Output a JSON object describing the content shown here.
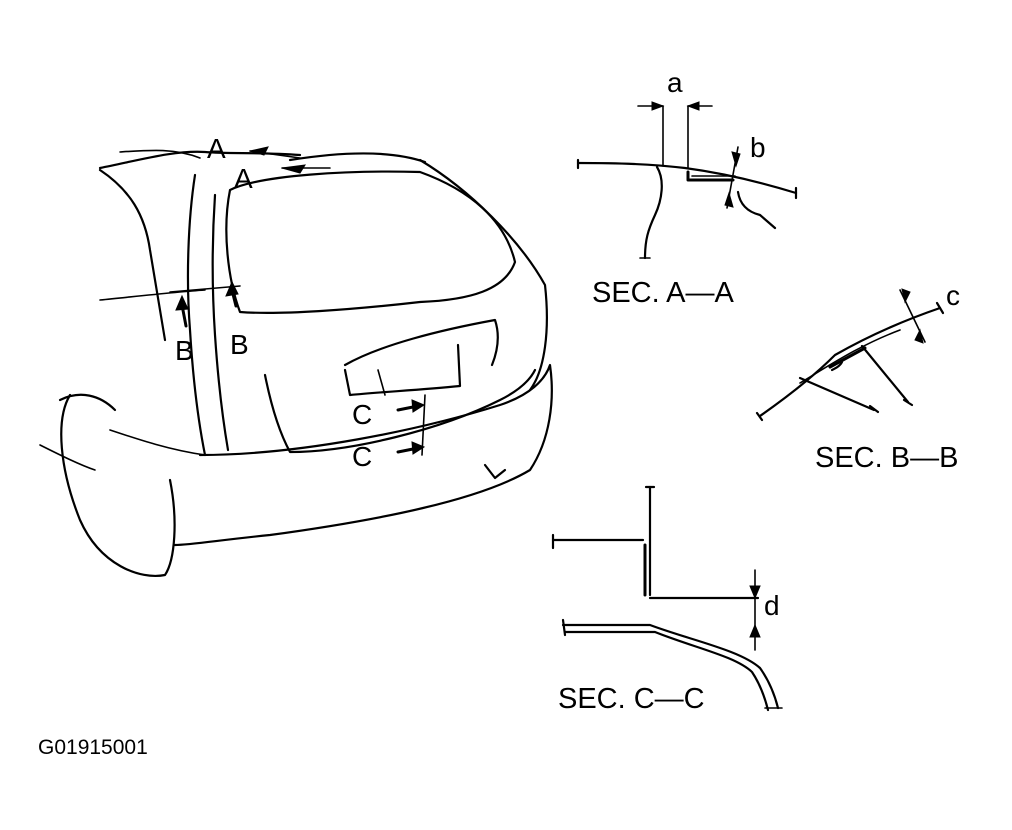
{
  "labels": {
    "car_A1": "A",
    "car_A2": "A",
    "car_B1": "B",
    "car_B2": "B",
    "car_C1": "C",
    "car_C2": "C",
    "dim_a": "a",
    "dim_b": "b",
    "dim_c": "c",
    "dim_d": "d"
  },
  "sections": {
    "aa": "SEC. A—A",
    "bb": "SEC. B—B",
    "cc": "SEC. C—C"
  },
  "figure_code": "G01915001"
}
